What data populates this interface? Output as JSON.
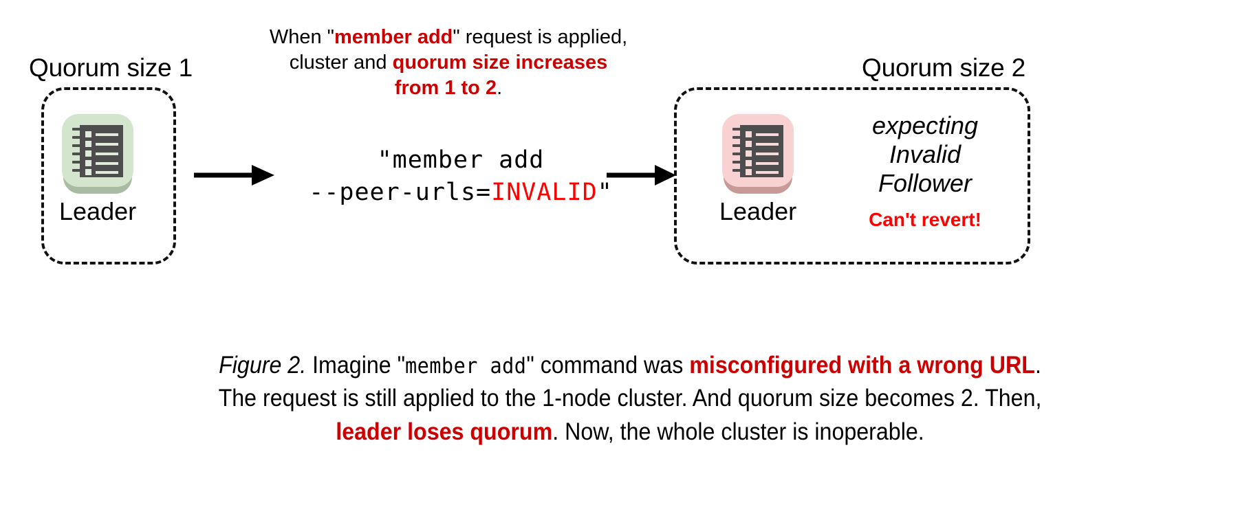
{
  "diagram": {
    "left_cluster": {
      "quorum_label": "Quorum size 1",
      "node": {
        "caption": "Leader",
        "icon": "ledger-icon",
        "tile_color": "#d3e5cd",
        "tile_shadow": "#a9bca3",
        "glyph_color": "#4d4d4d"
      }
    },
    "right_cluster": {
      "quorum_label": "Quorum size 2",
      "node": {
        "caption": "Leader",
        "icon": "ledger-icon",
        "tile_color": "#f8d2d2",
        "tile_shadow": "#c79a98",
        "glyph_color": "#4d4d4d"
      },
      "status": {
        "line1": "expecting",
        "line2": "Invalid",
        "line3": "Follower",
        "warning": "Can't revert!",
        "warning_color": "#FF0000"
      }
    },
    "top_note": {
      "l1_a": "When \"",
      "l1_b": "member add",
      "l1_c": "\" request is applied,",
      "l2_a": "cluster and ",
      "l2_b": "quorum size increases",
      "l3_a": "from 1 to 2",
      "l3_b": "."
    },
    "command": {
      "line1": "\"member add",
      "line2_a": "--peer-urls=",
      "line2_b": "INVALID",
      "line2_c": "\""
    },
    "arrows": {
      "arrow1": "arrow-right",
      "arrow2": "arrow-right"
    }
  },
  "caption": {
    "figure_number": "Figure 2.",
    "s1": " Imagine \"",
    "s2": "member add",
    "s3": "\" command was ",
    "s4": "misconfigured with a wrong URL",
    "s5": ".",
    "s6": "The request is still applied to the 1-node cluster. And quorum size becomes 2. Then,",
    "s7": "leader loses quorum",
    "s8": ". Now, the whole cluster is inoperable."
  },
  "colors": {
    "accent_red": "#CC0000",
    "alert_red": "#FF0000",
    "ink": "#000000",
    "background": "#FFFFFF"
  }
}
